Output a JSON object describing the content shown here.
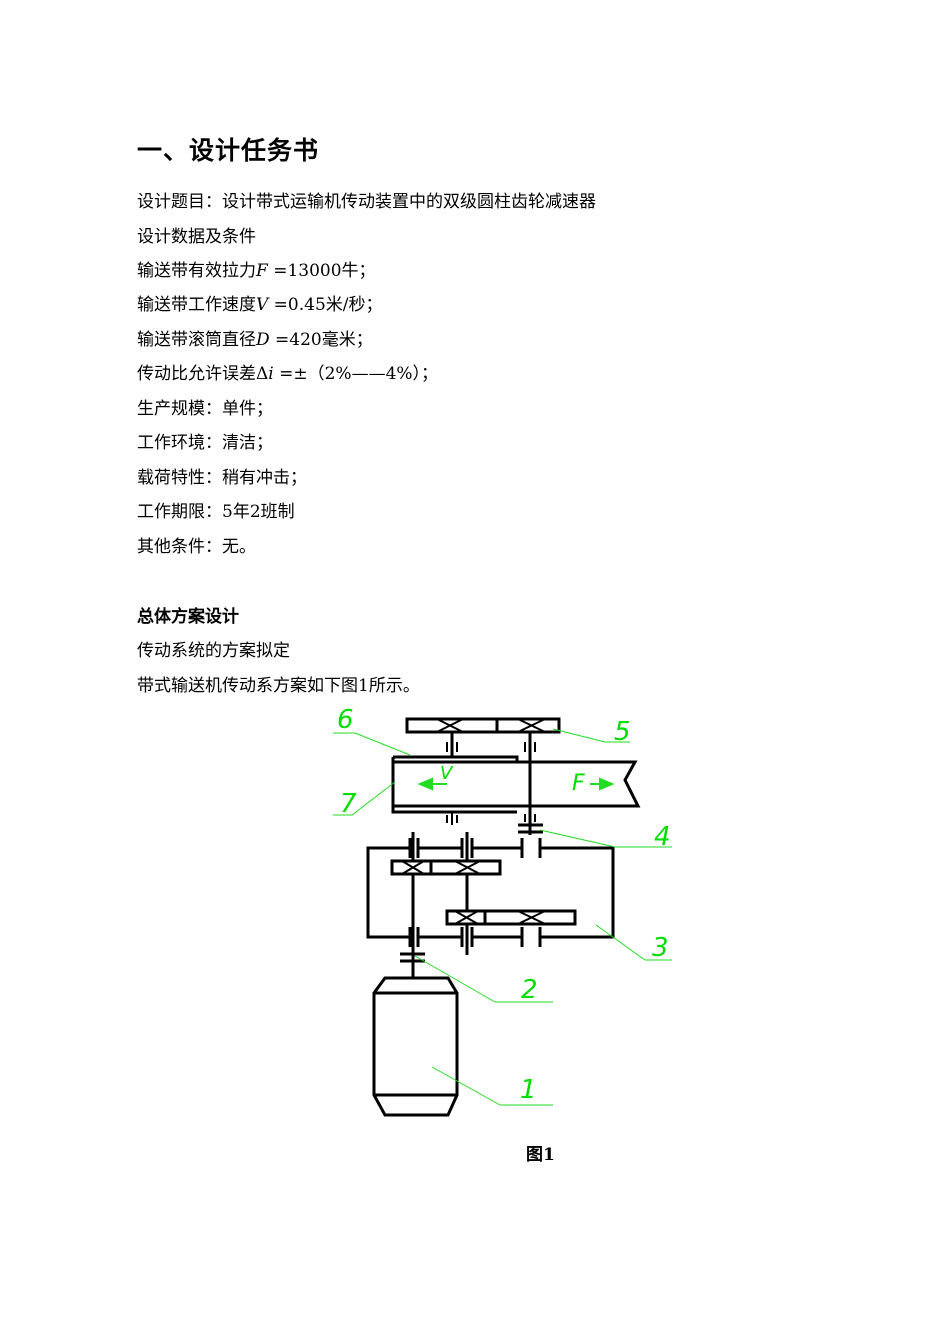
{
  "heading": "一、设计任务书",
  "lines": {
    "l1": "设计题目：设计带式运输机传动装置中的双级圆柱齿轮减速器",
    "l2": "设计数据及条件",
    "l3_pre": "输送带有效拉力",
    "l3_sym": "F",
    "l3_post": " =13000牛；",
    "l4_pre": "输送带工作速度",
    "l4_sym": "V",
    "l4_post": " =0.45米/秒；",
    "l5_pre": "输送带滚筒直径",
    "l5_sym": "D",
    "l5_post": " =420毫米；",
    "l6_pre": "传动比允许误差Δ",
    "l6_sym": "i",
    "l6_post": " =±（2%——4%）；",
    "l7": "生产规模：单件；",
    "l8": "工作环境：清洁；",
    "l9": "载荷特性：稍有冲击；",
    "l10": "工作期限：5年2班制",
    "l11": "其他条件：无。"
  },
  "section2": {
    "title": "总体方案设计",
    "l1": "传动系统的方案拟定",
    "l2": "带式输送机传动系方案如下图1所示。"
  },
  "figure": {
    "caption": "图1",
    "labels": [
      "1",
      "2",
      "3",
      "4",
      "5",
      "6",
      "7"
    ],
    "velocity_label": "V",
    "force_label": "F",
    "line_color": "#000000",
    "annotation_color": "#00dd00"
  }
}
